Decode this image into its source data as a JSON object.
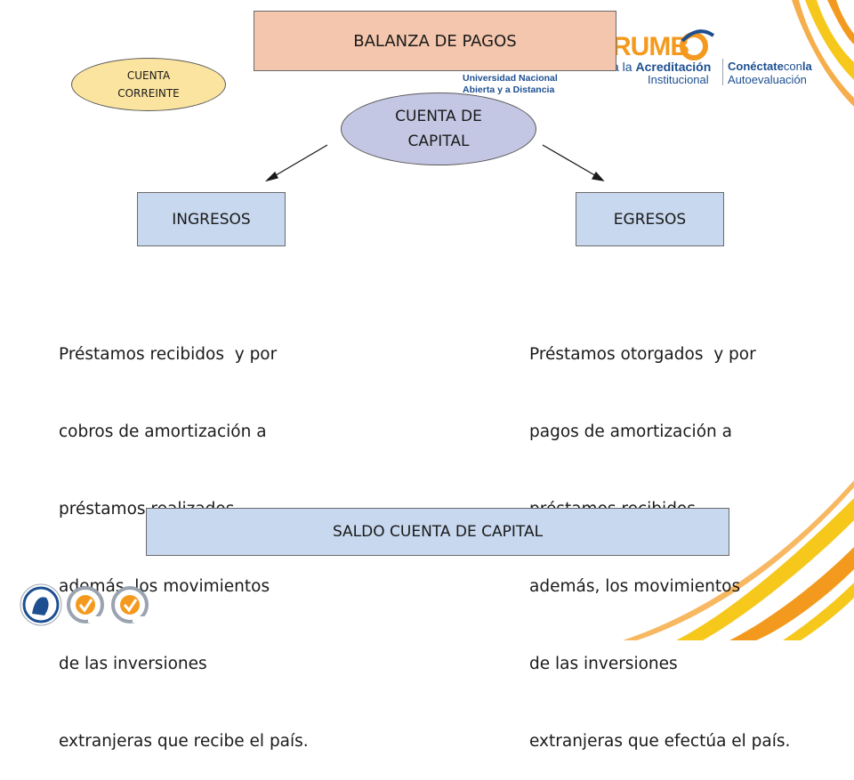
{
  "title": "BALANZA DE PAGOS",
  "cuenta_corriente": [
    "CUENTA",
    "CORREINTE"
  ],
  "cuenta_capital": [
    "CUENTA DE",
    "CAPITAL"
  ],
  "ingresos": {
    "label": "INGRESOS",
    "description": [
      "Préstamos recibidos  y por",
      "cobros de amortización a",
      "préstamos realizados,",
      "además, los movimientos",
      "de las inversiones",
      "extranjeras que recibe el país."
    ]
  },
  "egresos": {
    "label": "EGRESOS",
    "description": [
      "Préstamos otorgados  y por",
      "pagos de amortización a",
      "préstamos recibidos,",
      "además, los movimientos",
      "de las inversiones",
      "extranjeras que efectúa el país."
    ]
  },
  "saldo": "SALDO CUENTA DE CAPITAL",
  "logo": {
    "rumbo": "RUMB",
    "university_line1": "Universidad Nacional",
    "university_line2": "Abierta y a Distancia",
    "acreditacion_prefix": "a la ",
    "acreditacion": "Acreditación",
    "institucional": "Institucional",
    "conectate": "Conéctate",
    "con": "con",
    "la": "la",
    "autoevaluacion": "Autoevaluación"
  },
  "colors": {
    "title_fill": "#f4c6ad",
    "cuenta_corriente_fill": "#fbe4a0",
    "cuenta_capital_fill": "#c4c7e3",
    "box_fill": "#c8d8ef",
    "accent_orange": "#f39a1e",
    "accent_yellow": "#f6c81c",
    "unad_blue": "#1d4f91"
  }
}
